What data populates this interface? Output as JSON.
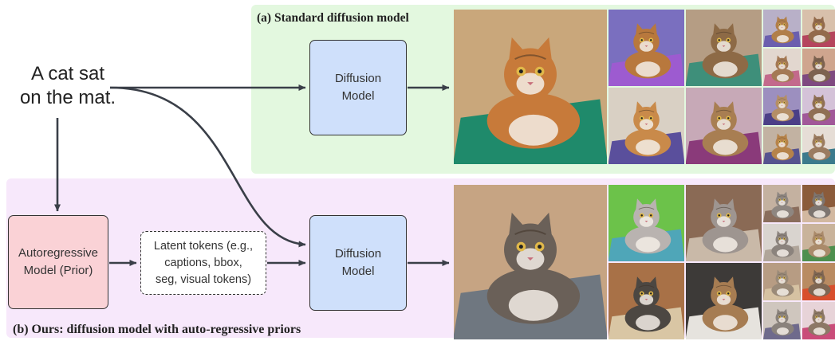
{
  "prompt": {
    "line1": "A cat sat",
    "line2": "on the mat."
  },
  "panel_a": {
    "title": "(a) Standard diffusion model",
    "model_line1": "Diffusion",
    "model_line2": "Model"
  },
  "panel_b": {
    "title": "(b) Ours: diffusion model with auto-regressive priors",
    "prior_line1": "Autoregressive",
    "prior_line2": "Model (Prior)",
    "latent_line1": "Latent tokens (e.g.,",
    "latent_line2": "captions, bbox,",
    "latent_line3": "seg, visual tokens)",
    "model_line1": "Diffusion",
    "model_line2": "Model"
  },
  "colors": {
    "panel_a_bg": "#e3f8df",
    "panel_b_bg": "#f7e8fb",
    "diffusion_box": "#cfe0fb",
    "prior_box": "#fad2d6"
  },
  "images": {
    "grid_a": [
      "cat-on-green-mat-icon",
      "cat-on-purple-mat-icon",
      "cat-on-mat-icon",
      "cat-on-mat-icon",
      "cat-on-mat-icon",
      "cat-on-mat-icon",
      "cat-on-mat-icon"
    ],
    "grid_b": [
      "tabby-cat-on-rug-icon",
      "cartoon-cat-icon",
      "fluffy-cat-icon",
      "cat-on-rug-icon",
      "cat-on-rug-icon",
      "cat-icon",
      "cat-icon"
    ]
  }
}
